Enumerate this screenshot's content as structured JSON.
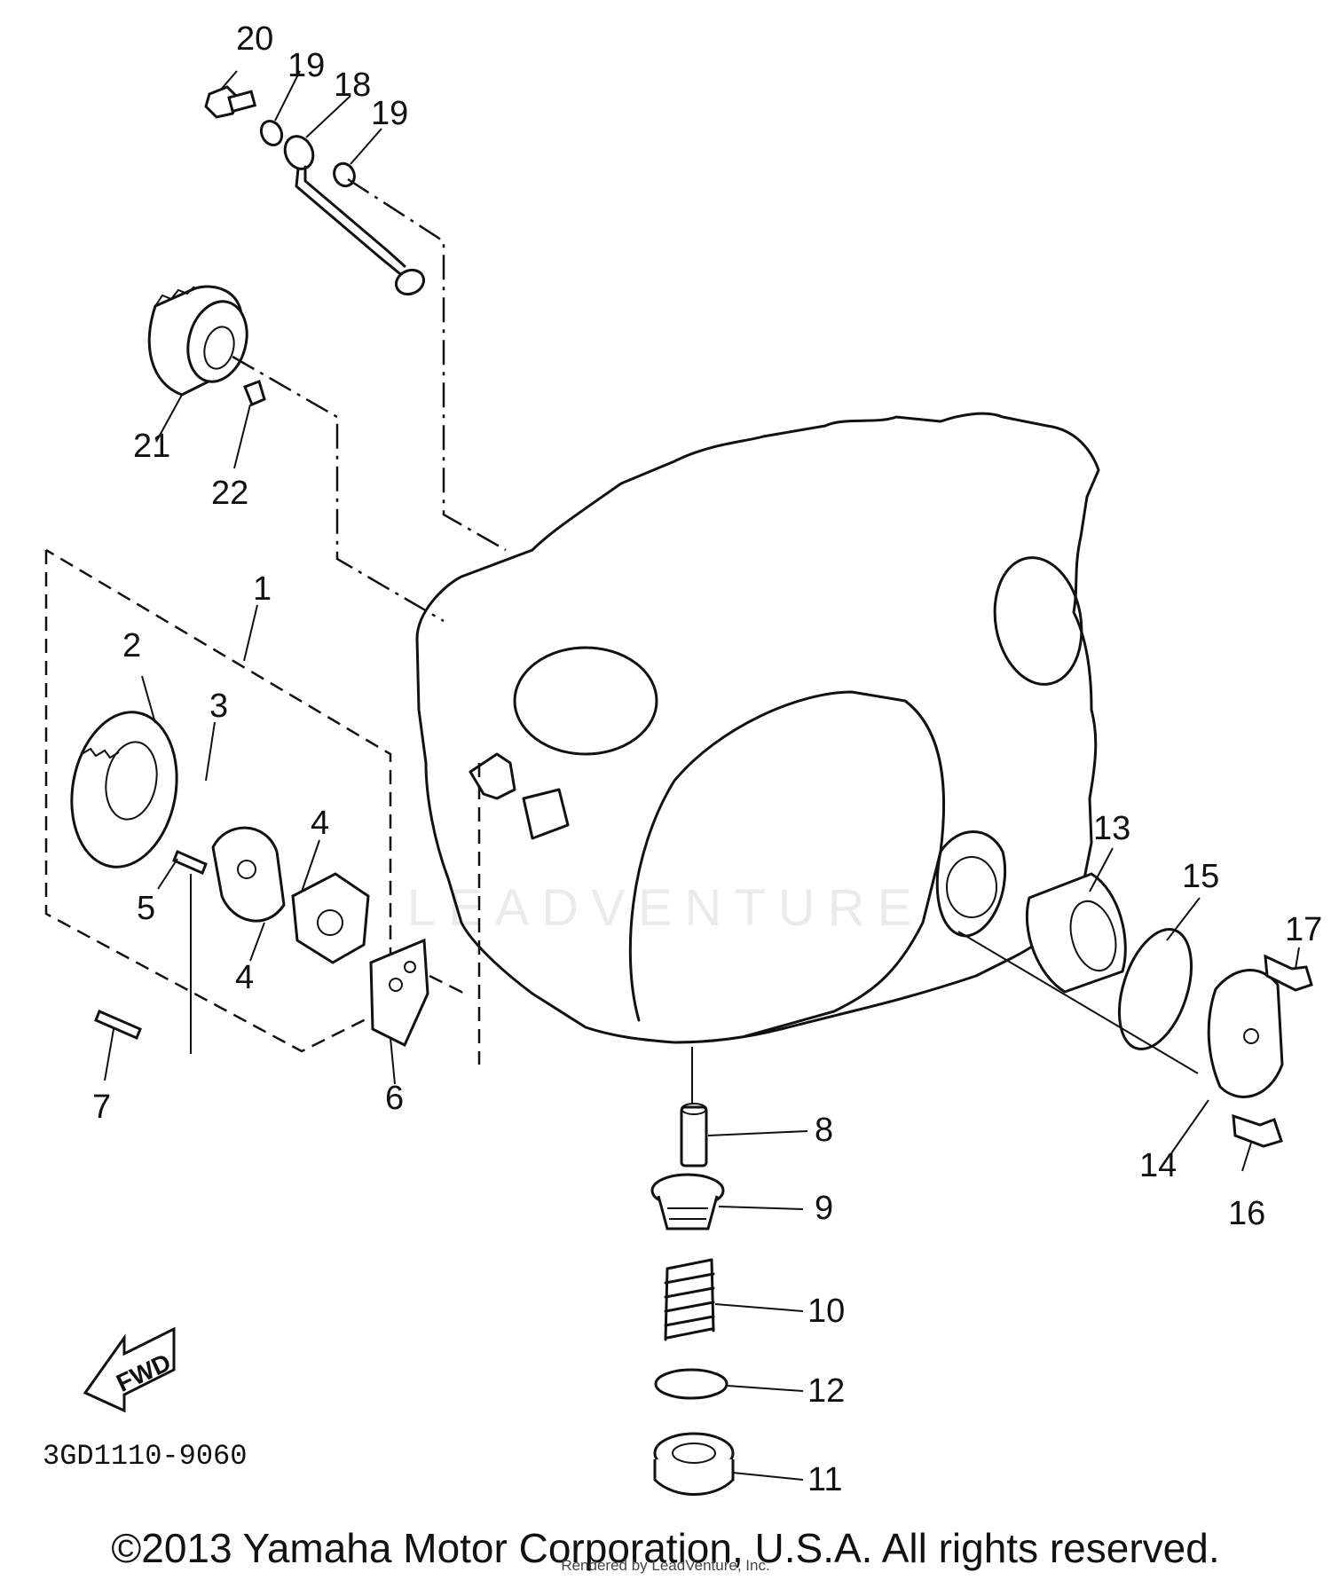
{
  "diagram": {
    "drawing_code": "3GD1110-9060",
    "fwd_label": "FWD",
    "callouts": [
      {
        "id": "c20",
        "label": "20"
      },
      {
        "id": "c19a",
        "label": "19"
      },
      {
        "id": "c18",
        "label": "18"
      },
      {
        "id": "c19b",
        "label": "19"
      },
      {
        "id": "c21",
        "label": "21"
      },
      {
        "id": "c22",
        "label": "22"
      },
      {
        "id": "c1",
        "label": "1"
      },
      {
        "id": "c2",
        "label": "2"
      },
      {
        "id": "c3",
        "label": "3"
      },
      {
        "id": "c4a",
        "label": "4"
      },
      {
        "id": "c5",
        "label": "5"
      },
      {
        "id": "c4b",
        "label": "4"
      },
      {
        "id": "c7",
        "label": "7"
      },
      {
        "id": "c6",
        "label": "6"
      },
      {
        "id": "c13",
        "label": "13"
      },
      {
        "id": "c15",
        "label": "15"
      },
      {
        "id": "c17",
        "label": "17"
      },
      {
        "id": "c14",
        "label": "14"
      },
      {
        "id": "c16",
        "label": "16"
      },
      {
        "id": "c8",
        "label": "8"
      },
      {
        "id": "c9",
        "label": "9"
      },
      {
        "id": "c10",
        "label": "10"
      },
      {
        "id": "c12",
        "label": "12"
      },
      {
        "id": "c11",
        "label": "11"
      }
    ]
  },
  "watermark": "LEADVENTURE",
  "footer": {
    "copyright": "©2013 Yamaha Motor Corporation, U.S.A. All rights reserved.",
    "rendered_by": "Rendered by LeadVenture, Inc."
  }
}
